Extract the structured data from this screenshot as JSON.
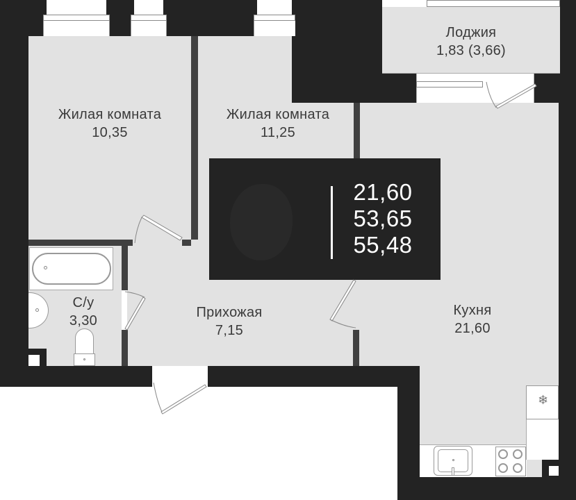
{
  "plan": {
    "type": "apartment-floor-plan",
    "colors": {
      "wall": "#232323",
      "inner_wall": "#404040",
      "floor": "#e2e2e2",
      "text": "#3a3a3a",
      "info_text": "#ffffff"
    },
    "rooms": [
      {
        "id": "living-room-1",
        "name": "Жилая комната",
        "area": "10,35"
      },
      {
        "id": "living-room-2",
        "name": "Жилая комната",
        "area": "11,25"
      },
      {
        "id": "loggia",
        "name": "Лоджия",
        "area": "1,83 (3,66)"
      },
      {
        "id": "bathroom",
        "name": "С/у",
        "area": "3,30"
      },
      {
        "id": "hallway",
        "name": "Прихожая",
        "area": "7,15"
      },
      {
        "id": "kitchen",
        "name": "Кухня",
        "area": "21,60"
      }
    ],
    "info_box": {
      "values": [
        "21,60",
        "53,65",
        "55,48"
      ]
    },
    "fixtures": {
      "bathtub": "bathtub-icon",
      "sink": "sink-icon",
      "toilet": "toilet-icon",
      "kitchen_sink": "kitchen-sink-icon",
      "stove": "stove-icon",
      "fridge": "snowflake-icon"
    }
  }
}
